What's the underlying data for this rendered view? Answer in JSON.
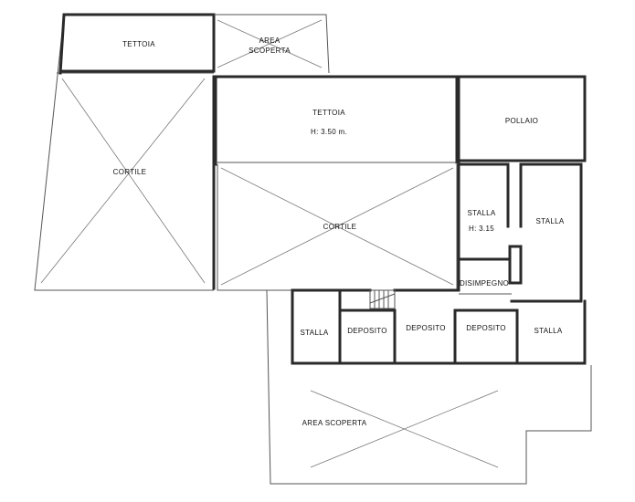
{
  "rooms": {
    "tettoia_top": "TETTOIA",
    "area_scoperta_top_1": "AREA",
    "area_scoperta_top_2": "SCOPERTA",
    "tettoia_main": "TETTOIA",
    "tettoia_height": "H: 3.50 m.",
    "pollaio": "POLLAIO",
    "cortile_left": "CORTILE",
    "cortile_center": "CORTILE",
    "stalla_mid": "STALLA",
    "stalla_mid_height": "H: 3.15",
    "stalla_right": "STALLA",
    "disimpegno": "DISIMPEGNO",
    "stalla_bottom_left": "STALLA",
    "deposito_1": "DEPOSITO",
    "deposito_2": "DEPOSITO",
    "deposito_3": "DEPOSITO",
    "stalla_bottom_right": "STALLA",
    "area_scoperta_bottom": "AREA SCOPERTA"
  }
}
